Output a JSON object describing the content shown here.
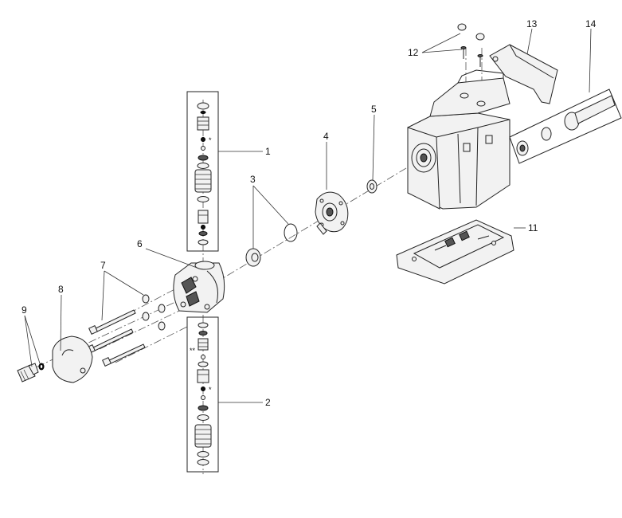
{
  "callouts": {
    "c1": "1",
    "c2": "2",
    "c3": "3",
    "c4": "4",
    "c5": "5",
    "c6": "6",
    "c7": "7",
    "c8": "8",
    "c9": "9",
    "c11": "11",
    "c12": "12",
    "c13": "13",
    "c14": "14"
  },
  "marks": {
    "star_upper": "*",
    "star_lower": "*",
    "double_star": "**"
  }
}
